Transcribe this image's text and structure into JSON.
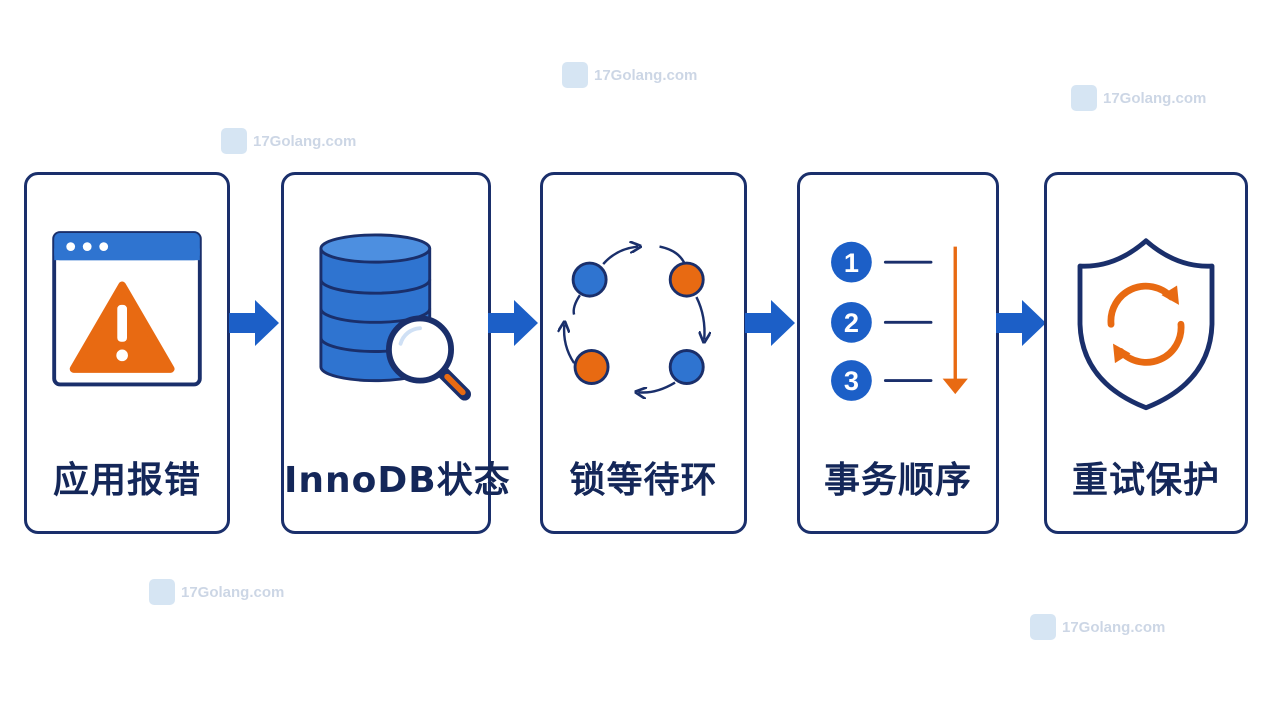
{
  "watermark": {
    "text": "17Golang.com"
  },
  "steps": [
    {
      "label": "应用报错",
      "icon": "browser-warning-icon"
    },
    {
      "label": "InnoDB状态",
      "icon": "database-search-icon"
    },
    {
      "label": "锁等待环",
      "icon": "lock-wait-cycle-icon"
    },
    {
      "label": "事务顺序",
      "icon": "transaction-order-icon"
    },
    {
      "label": "重试保护",
      "icon": "retry-shield-icon"
    }
  ],
  "order_numbers": [
    "1",
    "2",
    "3"
  ],
  "colors": {
    "navy": "#1a2f6b",
    "blue": "#2f74d0",
    "orange": "#e86a12"
  }
}
